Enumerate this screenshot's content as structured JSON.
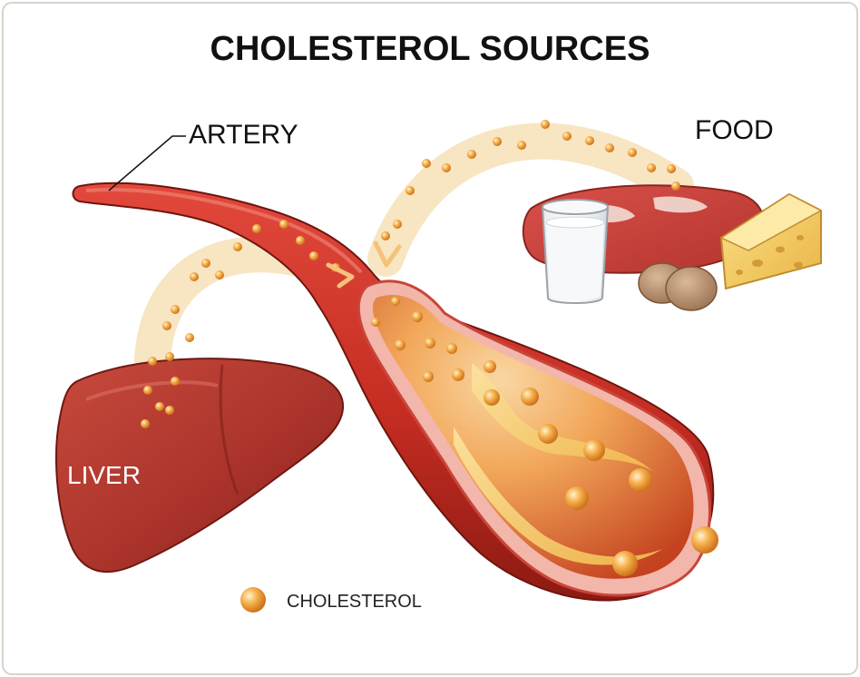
{
  "title": "CHOLESTEROL SOURCES",
  "labels": {
    "artery": "ARTERY",
    "food": "FOOD",
    "liver": "LIVER"
  },
  "legend": {
    "label": "CHOLESTEROL",
    "icon": "cholesterol-particle-icon"
  },
  "colors": {
    "artery_red": "#c8322a",
    "artery_dark": "#8e1a14",
    "liver_red": "#b23a2e",
    "plaque_yellow": "#f4c45a",
    "particle_orange": "#f2a23c",
    "flow_glow": "#f6dcae",
    "frame_border": "#d8d2cc"
  }
}
